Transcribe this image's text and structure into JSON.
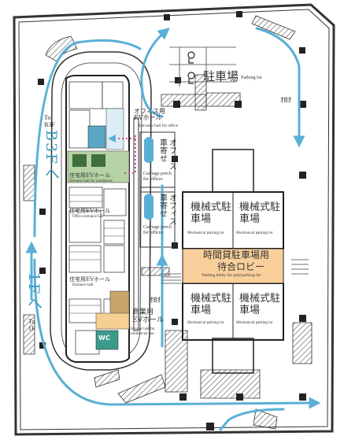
{
  "labels": {
    "to_b3f": "To\nB3F",
    "b3f_jp": "B3Fへ",
    "f1_jp": "1Fへ",
    "to_1f": "To\n1F",
    "office_ev_jp": "オフィス用\nEVホール",
    "office_ev_en": "Elevator hall for office",
    "residential_ev_jp": "住宅用EVホール",
    "residential_ev_en": "Elevator hall for residences",
    "residential_entrance_jp1": "住宅用EVホール",
    "residential_entrance_en1": "Office entrance hall",
    "residential_entrance_jp2": "住宅用EVホール",
    "residential_entrance_en2": "Entrance hall",
    "commercial_ev_jp": "商業用\nEVホール",
    "commercial_ev_en": "Elevator hall for commercial use",
    "carriage_jp": "車寄せ",
    "office_jp": "オフィス",
    "carriage_en": "Carriage porch for offices",
    "parking_jp": "駐車場",
    "parking_en": "Parking lot",
    "mech_jp": "機械式駐車場",
    "mech_en": "Mechanical parking lot",
    "paid_jp1": "時間貸駐車場用",
    "paid_jp2": "待合ロビー",
    "paid_en": "Waiting lobby for paid parking lot",
    "wc": "WC"
  },
  "colors": {
    "route_blue": "#5aafd6",
    "text_blue": "#3d9cc4",
    "office_hall": "#dcedf7",
    "residential_hall": "#b6d2a4",
    "commercial_hall": "#f6cf93",
    "lobby": "#f9cf9c",
    "wall": "#333333",
    "dotted_route": "#c8508a"
  }
}
